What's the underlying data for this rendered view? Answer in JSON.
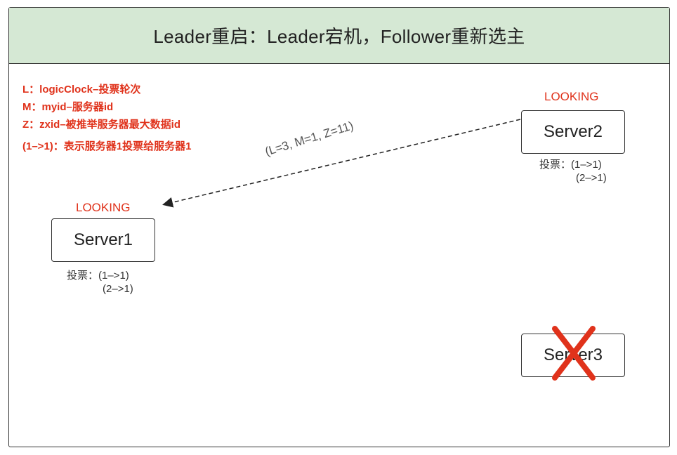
{
  "title": "Leader重启：Leader宕机，Follower重新选主",
  "legend": [
    "L：logicClock–投票轮次",
    "M：myid–服务器id",
    "Z：zxid–被推举服务器最大数据id",
    "(1–>1)：表示服务器1投票给服务器1"
  ],
  "servers": {
    "server1": {
      "name": "Server1",
      "status": "LOOKING",
      "vote_label": "投票：(1–>1)",
      "vote_line2": "(2–>1)"
    },
    "server2": {
      "name": "Server2",
      "status": "LOOKING",
      "vote_label": "投票：(1–>1)",
      "vote_line2": "(2–>1)"
    },
    "server3": {
      "name": "Server3",
      "crossed_out": true
    }
  },
  "message": {
    "from": "Server2",
    "to": "Server1",
    "label": "(L=3, M=1, Z=11)"
  },
  "colors": {
    "header_bg": "#d5e8d4",
    "accent_red": "#e0321b",
    "border": "#333333"
  }
}
